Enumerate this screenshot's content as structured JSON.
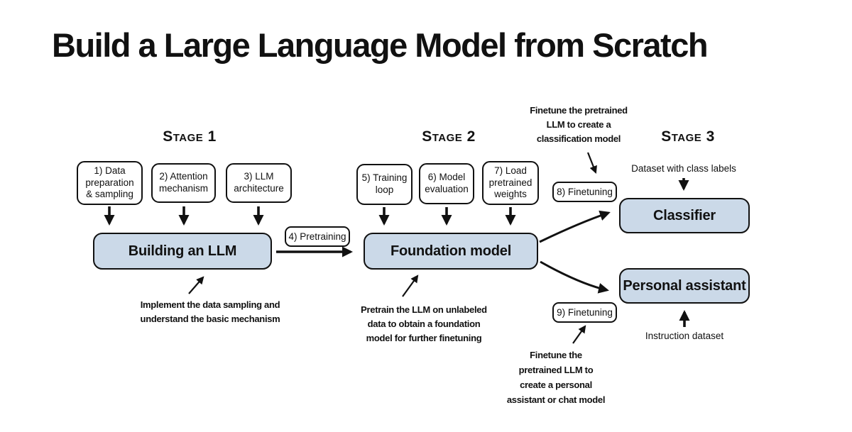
{
  "title": "Build a Large Language Model from Scratch",
  "colors": {
    "box_fill": "#cbd9e8",
    "box_border": "#111111",
    "background": "#ffffff"
  },
  "stages": [
    {
      "label": "Stage 1"
    },
    {
      "label": "Stage 2"
    },
    {
      "label": "Stage 3"
    }
  ],
  "step_boxes": {
    "data_preparation": {
      "label": "1) Data\npreparation\n& sampling"
    },
    "attention_mechanism": {
      "label": "2) Attention\nmechanism"
    },
    "llm_architecture": {
      "label": "3) LLM\narchitecture"
    },
    "training_loop": {
      "label": "5) Training\nloop"
    },
    "model_evaluation": {
      "label": "6) Model\nevaluation"
    },
    "load_pretrained_weights": {
      "label": "7) Load\npretrained\nweights"
    }
  },
  "pills": {
    "pretraining": {
      "label": "4) Pretraining"
    },
    "finetuning_8": {
      "label": "8) Finetuning"
    },
    "finetuning_9": {
      "label": "9) Finetuning"
    }
  },
  "main_boxes": {
    "building_llm": {
      "label": "Building an LLM"
    },
    "foundation_model": {
      "label": "Foundation model"
    },
    "classifier": {
      "label": "Classifier"
    },
    "personal_assistant": {
      "label": "Personal assistant"
    }
  },
  "labels": {
    "dataset_class": "Dataset with class labels",
    "instruction_dataset": "Instruction dataset"
  },
  "annotations": {
    "implement_sampling": {
      "text": "Implement the data sampling and\nunderstand the basic mechanism"
    },
    "pretrain_unlabeled": {
      "text": "Pretrain the LLM on unlabeled\ndata to obtain a foundation\nmodel for further finetuning"
    },
    "finetune_classification": {
      "text": "Finetune the pretrained\nLLM to create a\nclassification model"
    },
    "finetune_assistant": {
      "text": "Finetune the\npretrained LLM to\ncreate a personal\nassistant or chat model"
    }
  }
}
